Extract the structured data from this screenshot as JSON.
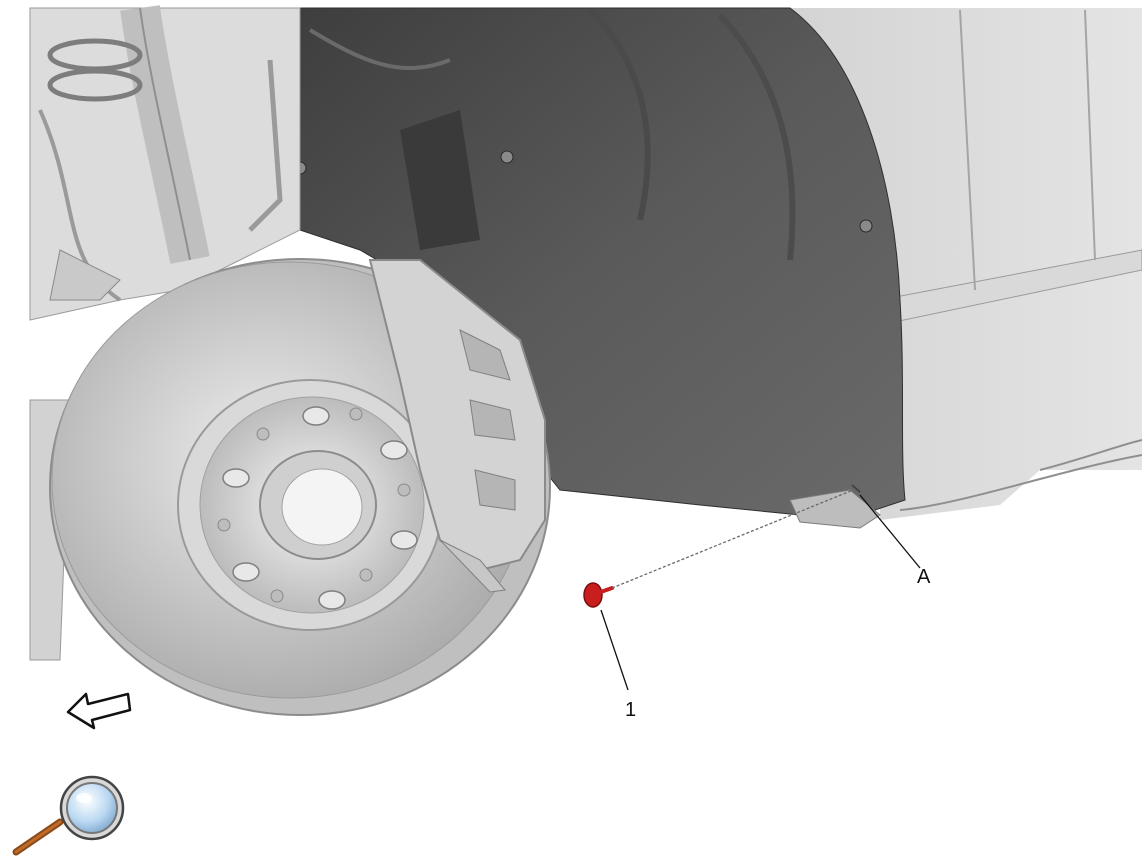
{
  "diagram": {
    "callouts": [
      {
        "id": "A",
        "label": "A"
      },
      {
        "id": "1",
        "label": "1"
      }
    ],
    "icons": {
      "zoom": "magnifier-zoom-icon",
      "direction": "forward-arrow-icon"
    },
    "colors": {
      "fastener": "#c81e1e",
      "liner": "#555555",
      "body": "#cfcfcf",
      "rotor": "#d4d4d4",
      "background": "#ffffff"
    }
  }
}
